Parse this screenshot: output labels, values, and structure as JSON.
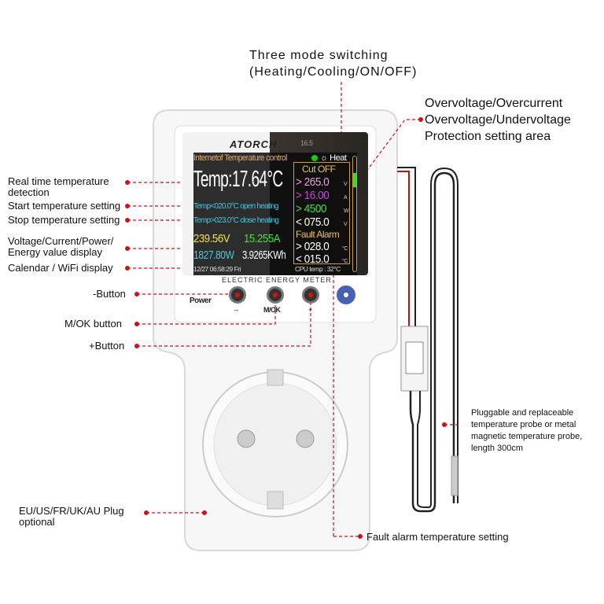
{
  "annotations": {
    "mode": [
      "Three mode switching",
      "(Heating/Cooling/ON/OFF)"
    ],
    "protection": [
      "Overvoltage/Overcurrent",
      "Overvoltage/Undervoltage",
      "Protection setting area"
    ],
    "realtime": [
      "Real time temperature",
      "detection"
    ],
    "start": "Start temperature setting",
    "stop": "Stop temperature setting",
    "vcpe": [
      "Voltage/Current/Power/",
      "Energy value display"
    ],
    "calendar": "Calendar / WiFi display",
    "minus": "-Button",
    "mok": "M/OK button",
    "plus": "+Button",
    "probe": [
      "Pluggable and replaceable",
      "temperature probe or metal",
      "magnetic temperature probe,",
      "length 300cm"
    ],
    "plug": [
      "EU/US/FR/UK/AU Plug",
      "optional"
    ],
    "fault": "Fault alarm temperature setting"
  },
  "device": {
    "brand": "ATORCH",
    "model": "16.5",
    "panel_label": "ELECTRIC ENERGY METER",
    "power_label": "Power",
    "minus_label": "–",
    "mok_label": "M/OK",
    "plus_label": "+"
  },
  "screen": {
    "title": "Intemetof Temperature control",
    "mode": "☼ Heat",
    "temp": "Temp:17.64°C",
    "start": "Temp<020.0°C open heating",
    "stop": "Temp>023.0°C close heating",
    "voltage": "239.56V",
    "current": "15.255A",
    "power": "1827.80W",
    "energy": "3.9265KWh",
    "status": "12/27  06:58:29  Fri",
    "cpu": "CPU temp : 32°C",
    "cutoff_title": "Cut OFF",
    "cutoff": [
      {
        "text": "> 265.0",
        "unit": "V",
        "color": "#e8a0e0"
      },
      {
        "text": "> 16.00",
        "unit": "A",
        "color": "#d040e0"
      },
      {
        "text": "> 4500",
        "unit": "W",
        "color": "#40e040"
      },
      {
        "text": "< 075.0",
        "unit": "V",
        "color": "#ffffff"
      }
    ],
    "fault_title": "Fault Alarm",
    "fault": [
      {
        "text": "> 028.0",
        "unit": "°C"
      },
      {
        "text": "< 015.0",
        "unit": "°C"
      }
    ]
  },
  "colors": {
    "accent": "#d0101a",
    "lcd_gold": "#e8c060",
    "cyan": "#40c8e0"
  }
}
